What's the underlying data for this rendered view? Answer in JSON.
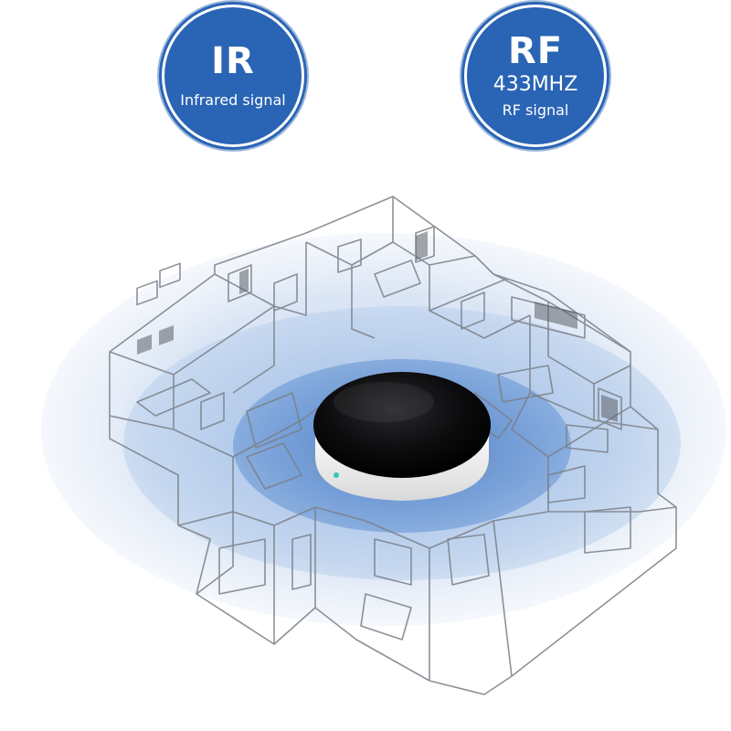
{
  "badges": {
    "ir": {
      "title": "IR",
      "subtitle": "Infrared signal"
    },
    "rf": {
      "title": "RF",
      "frequency": "433MHZ",
      "subtitle": "RF signal"
    }
  },
  "colors": {
    "badge_fill": "#2a64b4",
    "signal_outer": "#dfe9f6",
    "signal_mid": "#a9c4e6",
    "signal_inner": "#5f8fd0",
    "device_top": "#0b0b0d",
    "device_base": "#f4f4f4",
    "device_led": "#2fc7b8"
  },
  "scene": {
    "description_icon": "house-floorplan-illustration",
    "device_icon": "smart-ir-rf-hub"
  }
}
